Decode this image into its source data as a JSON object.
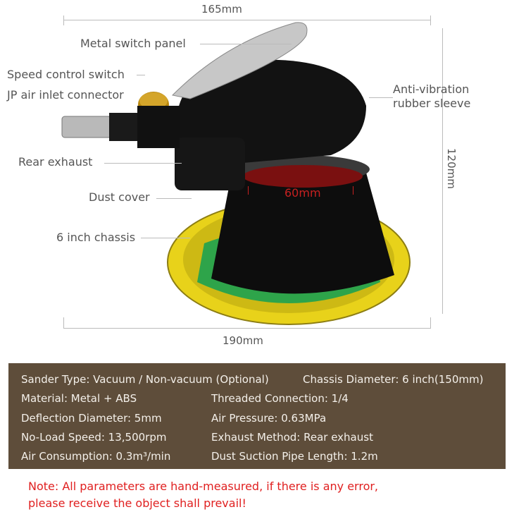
{
  "dimensions": {
    "width_top": "165mm",
    "width_bottom": "190mm",
    "height": "120mm",
    "base": "60mm"
  },
  "labels": {
    "metal_switch": "Metal switch panel",
    "speed_control": "Speed control switch",
    "air_inlet": "JP air inlet connector",
    "rear_exhaust": "Rear exhaust",
    "dust_cover": "Dust cover",
    "chassis": "6 inch chassis",
    "anti_vib_1": "Anti-vibration",
    "anti_vib_2": "rubber sleeve"
  },
  "specs": [
    {
      "left": "Sander Type: Vacuum / Non-vacuum (Optional)",
      "right": "Chassis Diameter: 6 inch(150mm)"
    },
    {
      "left": "Material: Metal + ABS",
      "right": "Threaded Connection: 1/4"
    },
    {
      "left": "Deflection Diameter: 5mm",
      "right": "Air Pressure: 0.63MPa"
    },
    {
      "left": "No-Load Speed: 13,500rpm",
      "right": "Exhaust Method: Rear exhaust"
    },
    {
      "left": "Air Consumption: 0.3m³/min",
      "right": "Dust Suction Pipe Length: 1.2m"
    }
  ],
  "note": {
    "line1": "Note: All parameters are hand-measured, if there is any error,",
    "line2": "please receive the object shall prevail!"
  },
  "colors": {
    "spec_bg": "#5e4d3a",
    "note": "#e02020",
    "pad": "#e8d21a"
  }
}
